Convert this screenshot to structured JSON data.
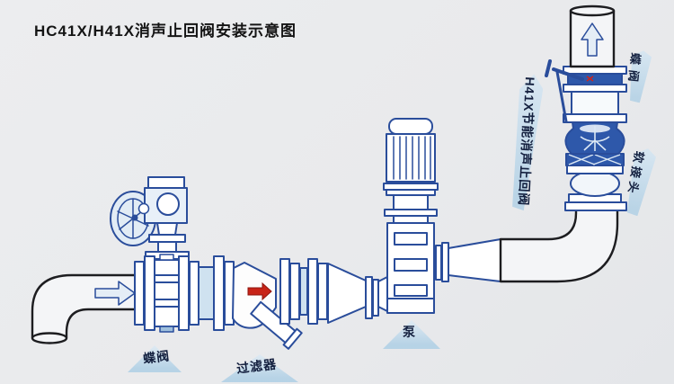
{
  "title": "HC41X/H41X消声止回阀安装示意图",
  "labels": {
    "butterfly_left": "蝶阀",
    "strainer": "过滤器",
    "pump": "泵",
    "check_valve": "H41X节能消声止回阀",
    "butterfly_right": "蝶阀",
    "flexible_joint": "软接头"
  },
  "icons": {
    "flow_arrow_left": "right-arrow",
    "flow_arrow_strainer": "red-right-arrow",
    "flow_arrow_outlet": "up-arrow"
  },
  "colors": {
    "line_blue": "#2a4d9b",
    "pipe_black": "#1d1d20",
    "dark_blue": "#2e58aa",
    "tint_blue": "#cfe2f0",
    "red": "#c82418",
    "background": "#e9eaec",
    "label_text": "#14203f",
    "label_bg": "#aecfe5"
  }
}
